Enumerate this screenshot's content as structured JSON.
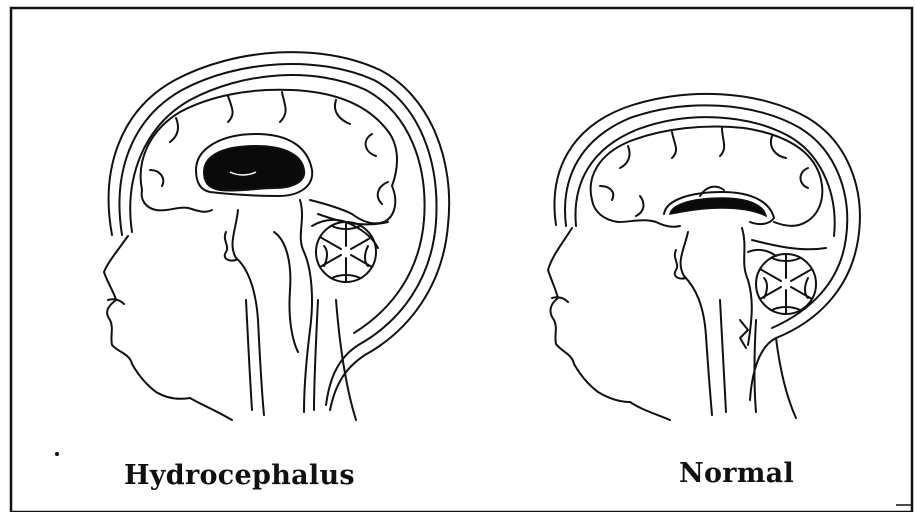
{
  "figure": {
    "left_caption": "Hydrocephalus",
    "right_caption": "Normal"
  },
  "colors": {
    "line": "#111111",
    "background": "#ffffff",
    "ventricle_fill": "#0a0a0a"
  },
  "icons": {
    "left_panel": "brain-sagittal-hydrocephalus-illustration",
    "right_panel": "brain-sagittal-normal-illustration"
  }
}
